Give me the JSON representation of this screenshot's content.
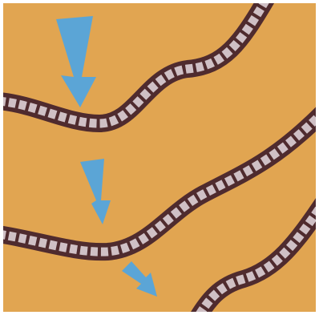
{
  "scene": {
    "type": "conveyor-belt-tiles",
    "colors": {
      "background": "#E1A551",
      "belt_border": "#4F2B2E",
      "belt_slat": "#CFC0C5",
      "arrow": "#5BA5D6"
    },
    "belts": [
      {
        "name": "top"
      },
      {
        "name": "middle"
      },
      {
        "name": "bottom"
      }
    ],
    "arrows": [
      {
        "name": "arrow-1",
        "icon": "arrow-down-icon"
      },
      {
        "name": "arrow-2",
        "icon": "arrow-down-icon"
      },
      {
        "name": "arrow-3",
        "icon": "arrow-down-right-icon"
      }
    ]
  }
}
